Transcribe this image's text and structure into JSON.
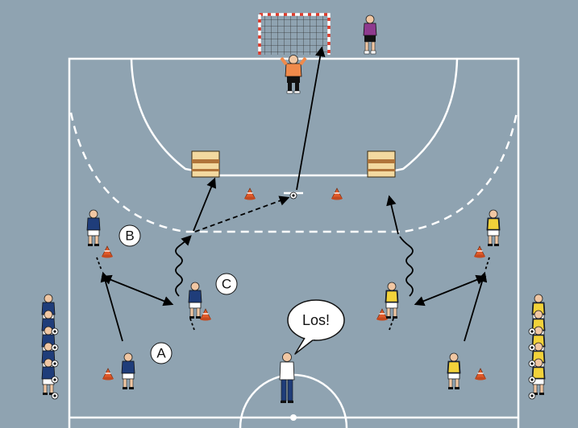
{
  "colors": {
    "court": "#8fa3b1",
    "lines": "#ffffff",
    "team_blue": "#1f3d7a",
    "team_yellow": "#f2d23a",
    "goalkeeper": "#f08a4b",
    "keeper_2": "#8e3a8e",
    "coach": "#ffffff",
    "box": "#f3d9a0"
  },
  "labels": {
    "a": "A",
    "b": "B",
    "c": "C"
  },
  "coach": {
    "speech": "Los!"
  }
}
